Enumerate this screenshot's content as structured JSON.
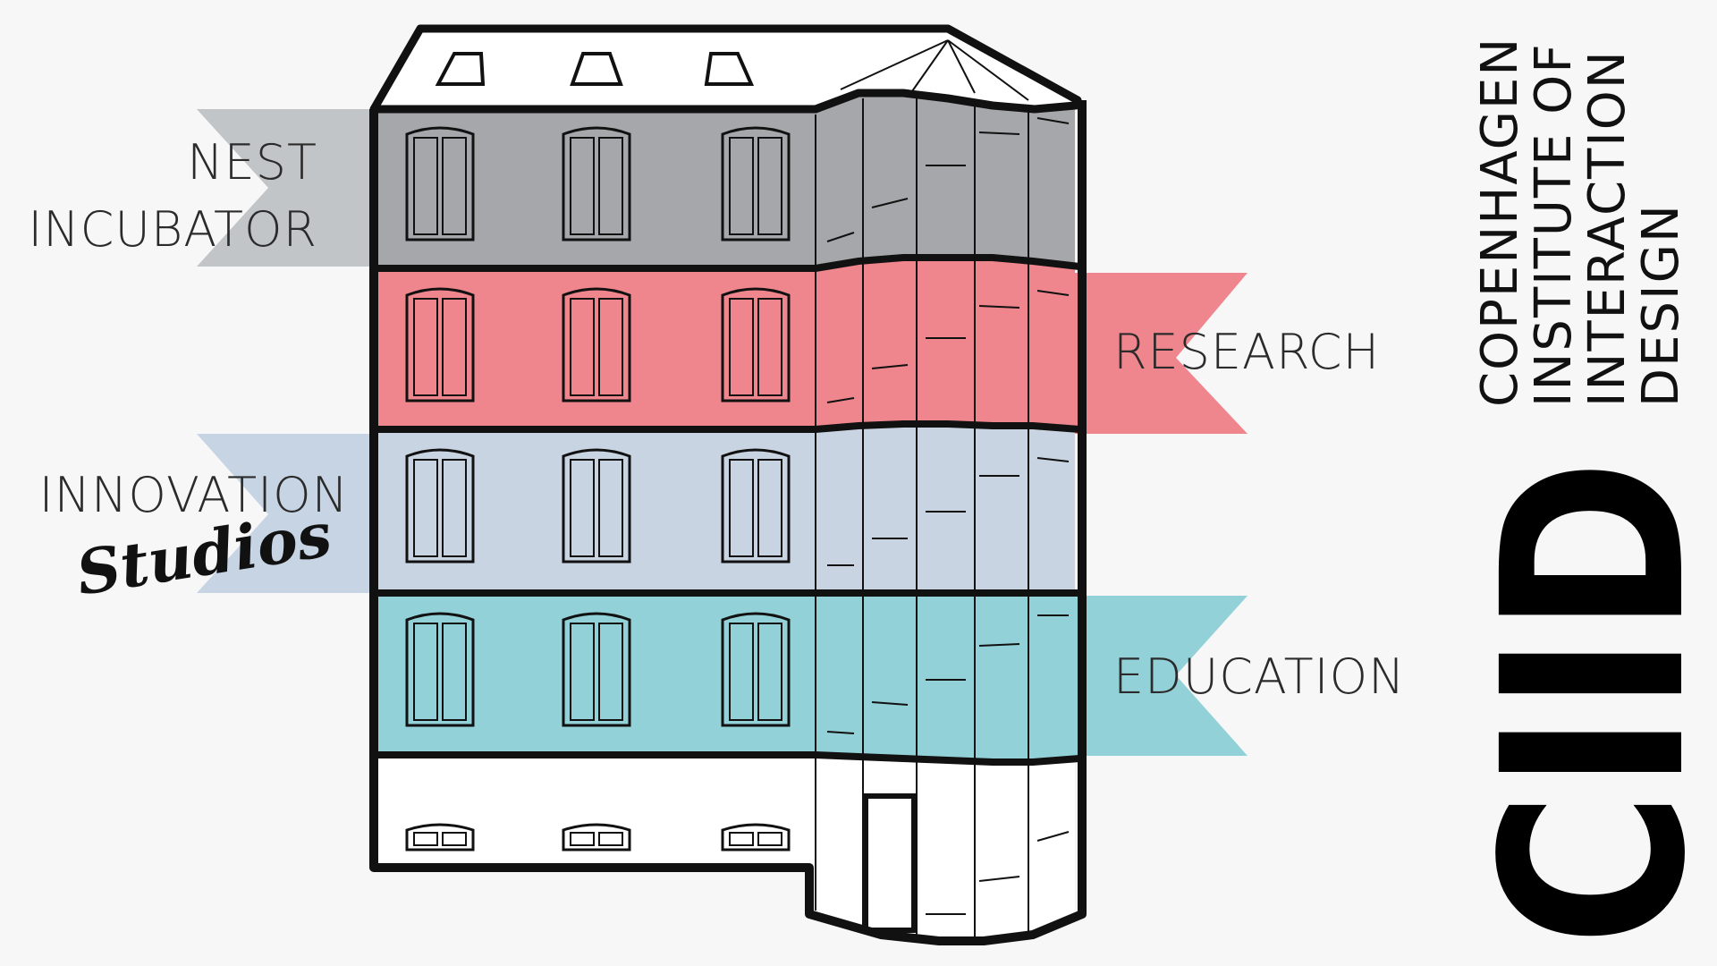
{
  "colors": {
    "background": "#f7f7f7",
    "nest": "#a6a7aa",
    "nest_ribbon": "#c1c5c8",
    "research": "#ef858d",
    "innovation": "#c9d4e2",
    "innovation_ribbon": "#c7d4e4",
    "education": "#93d1d8",
    "outline": "#111111"
  },
  "floors": [
    {
      "id": "nest",
      "label_lines": [
        "NEST",
        "INCUBATOR"
      ]
    },
    {
      "id": "research",
      "label_lines": [
        "RESEARCH"
      ]
    },
    {
      "id": "innovation",
      "label_lines": [
        "INNOVATION"
      ],
      "script_label": "Studios"
    },
    {
      "id": "education",
      "label_lines": [
        "EDUCATION"
      ]
    }
  ],
  "organization": {
    "name_lines": [
      "COPENHAGEN",
      "INSTITUTE OF",
      "INTERACTION",
      "DESIGN"
    ],
    "logo": "CIID"
  }
}
